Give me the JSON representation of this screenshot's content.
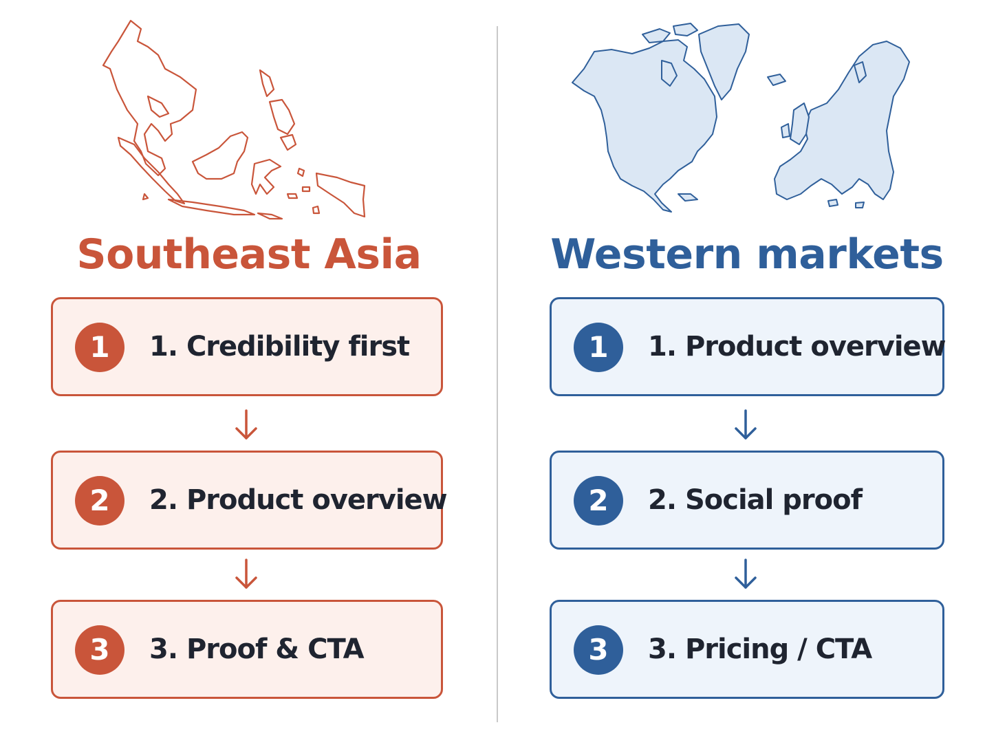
{
  "colors": {
    "sea_accent": "#c9553a",
    "sea_box_bg": "#fdf0ec",
    "west_accent": "#2f5f9a",
    "west_box_bg": "#eef4fb",
    "west_map_fill": "#dbe7f4",
    "divider": "#c9c9c9"
  },
  "left": {
    "title": "Southeast Asia",
    "map_icon": "southeast-asia-outline-map",
    "steps": [
      {
        "number": "1",
        "label": "1. Credibility first"
      },
      {
        "number": "2",
        "label": "2. Product overview"
      },
      {
        "number": "3",
        "label": "3. Proof & CTA"
      }
    ]
  },
  "right": {
    "title": "Western markets",
    "map_icon": "north-america-europe-map",
    "steps": [
      {
        "number": "1",
        "label": "1. Product overview"
      },
      {
        "number": "2",
        "label": "2. Social proof"
      },
      {
        "number": "3",
        "label": "3. Pricing / CTA"
      }
    ]
  }
}
